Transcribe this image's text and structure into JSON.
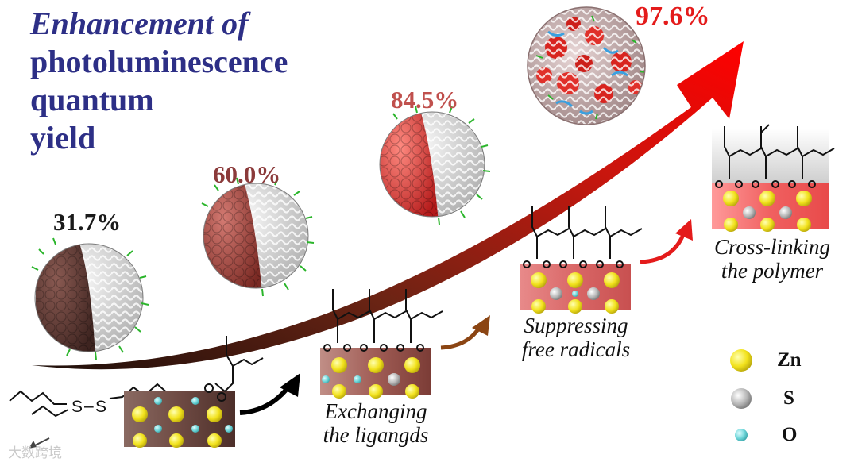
{
  "title": {
    "line1": "Enhancement of",
    "line2": "photoluminescence",
    "line3": "quantum",
    "line4": "yield"
  },
  "yields": [
    {
      "value": "31.7%",
      "color": "#1a1a1a"
    },
    {
      "value": "60.0%",
      "color": "#8b3a3a"
    },
    {
      "value": "84.5%",
      "color": "#c0504d"
    },
    {
      "value": "97.6%",
      "color": "#e41b1b"
    }
  ],
  "steps": {
    "exchange": {
      "line1": "Exchanging",
      "line2": "the ligangds"
    },
    "suppress": {
      "line1": "Suppressing",
      "line2": "free radicals"
    },
    "crosslink": {
      "line1": "Cross-linking",
      "line2": "the polymer"
    }
  },
  "disulfide": {
    "atom1": "S",
    "bond": "–",
    "atom2": "S"
  },
  "legend": [
    {
      "label": "Zn",
      "color": "#f2e21c"
    },
    {
      "label": "S",
      "color": "#b8b8b8"
    },
    {
      "label": "O",
      "color": "#6fd6d9"
    }
  ],
  "watermark": "大数跨境",
  "colors": {
    "title": "#2d2f86",
    "arrow_start": "#2a120c",
    "arrow_end": "#ff0000"
  }
}
